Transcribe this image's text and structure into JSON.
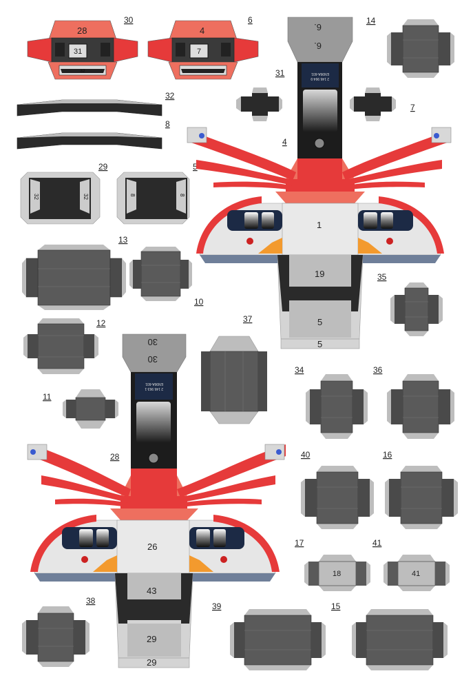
{
  "labels": {
    "l30": "30",
    "l6": "6",
    "l14": "14",
    "l32": "32",
    "l8": "8",
    "l31": "31",
    "l7": "7",
    "l4": "4",
    "l29": "29",
    "l5": "5",
    "l13": "13",
    "l10": "10",
    "l35": "35",
    "l12": "12",
    "l37": "37",
    "l34": "34",
    "l36": "36",
    "l11": "11",
    "l28": "28",
    "l40": "40",
    "l16": "16",
    "l17": "17",
    "l41": "41",
    "l38": "38",
    "l39": "39",
    "l15": "15"
  },
  "faces": {
    "f28": "28",
    "f31": "31",
    "f32": "32",
    "f4": "4",
    "f7": "7",
    "f8": "8",
    "f6a": "6.",
    "f6b": "6.",
    "s32a": "32",
    "s32b": "32",
    "s8a": "8",
    "s8b": "8",
    "f1": "1",
    "f19": "19",
    "f5a": "5",
    "f5b": "5",
    "f30a": "30",
    "f30b": "30",
    "f26": "26",
    "f43": "43",
    "f29a": "29",
    "f29b": "29",
    "f18": "18",
    "f41": "41"
  },
  "roof_text": {
    "top_a": "EN96A-601",
    "top_b": "2 146 964-9",
    "bot_a": "EN96A-601",
    "bot_b": "2 146 963-1"
  },
  "colors": {
    "red": "#e63a3a",
    "salmon": "#ee6f5f",
    "dark": "#2a2a2a",
    "grey": "#5a5a5a",
    "light": "#cfcfcf",
    "orange": "#f39a2e",
    "navy": "#1c2a45",
    "bluegrey": "#6f7f99"
  }
}
